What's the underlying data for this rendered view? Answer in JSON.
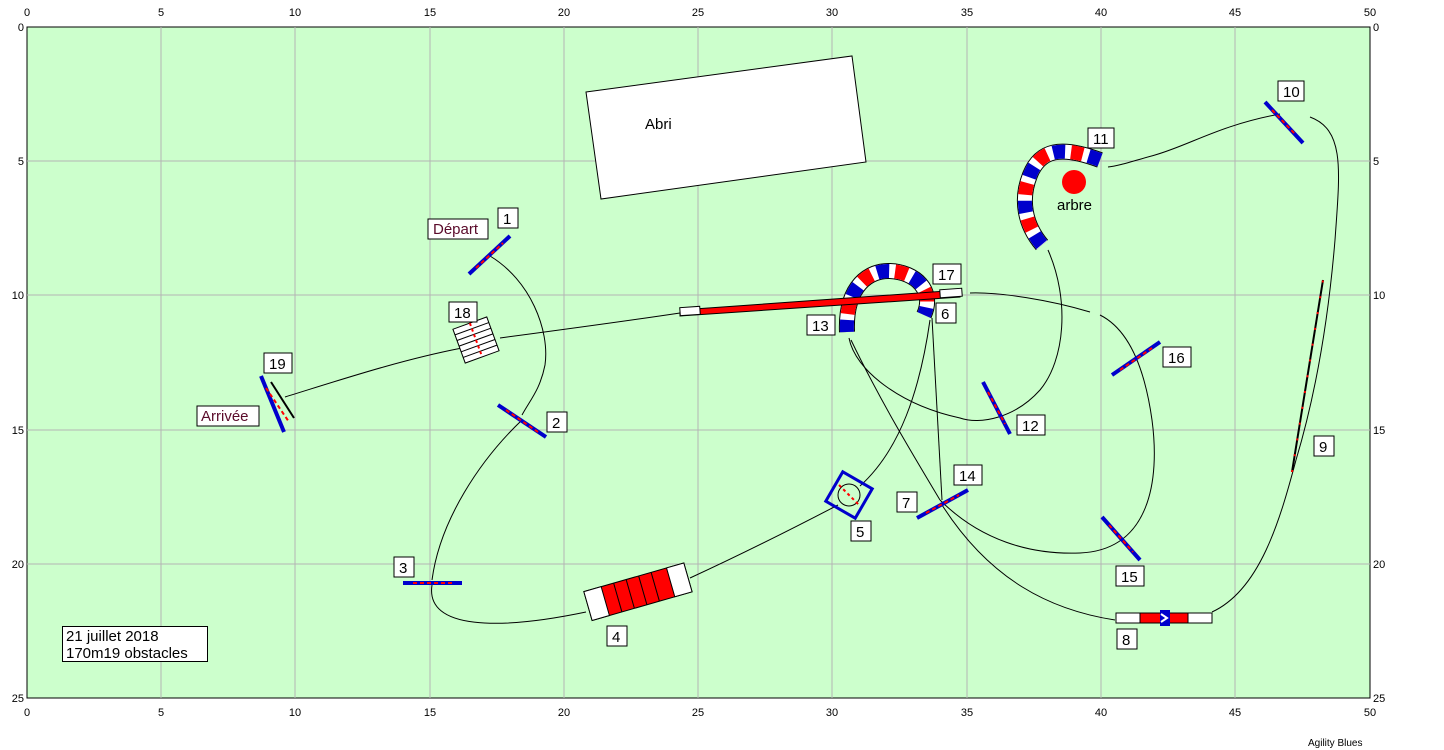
{
  "course": {
    "x_ticks": [
      "0",
      "5",
      "10",
      "15",
      "20",
      "25",
      "30",
      "35",
      "40",
      "45",
      "50"
    ],
    "y_ticks": [
      "0",
      "5",
      "10",
      "15",
      "20",
      "25"
    ],
    "shelter_label": "Abri",
    "tree_label": "arbre",
    "start_label": "Départ",
    "finish_label": "Arrivée",
    "date_line": "21 juillet 2018",
    "summary_line": "170m19 obstacles",
    "brand": "Agility Blues",
    "obstacle_numbers": [
      "1",
      "2",
      "3",
      "4",
      "5",
      "6",
      "7",
      "8",
      "9",
      "10",
      "11",
      "12",
      "13",
      "14",
      "15",
      "16",
      "17",
      "18",
      "19"
    ]
  },
  "colors": {
    "field": "#ccffcc",
    "grid": "#b4b4b4",
    "obstacle_red": "#ff0000",
    "obstacle_blue": "#0000cc",
    "sign_text": "#5a0a2a"
  }
}
